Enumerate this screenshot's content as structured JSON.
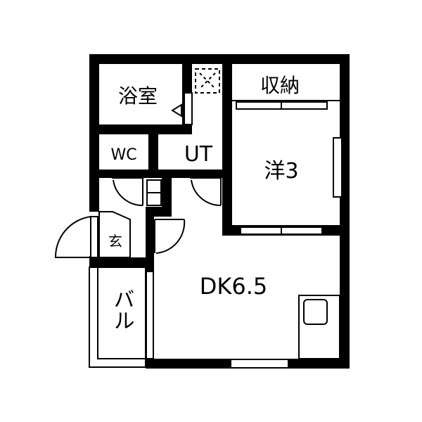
{
  "floorplan": {
    "rooms": {
      "bath": "浴室",
      "storage": "収納",
      "wc": "WC",
      "ut": "UT",
      "western": "洋3",
      "entrance": "玄",
      "dk": "DK6.5",
      "balcony": "バル"
    },
    "colors": {
      "wall": "#000000",
      "background": "#ffffff"
    }
  }
}
